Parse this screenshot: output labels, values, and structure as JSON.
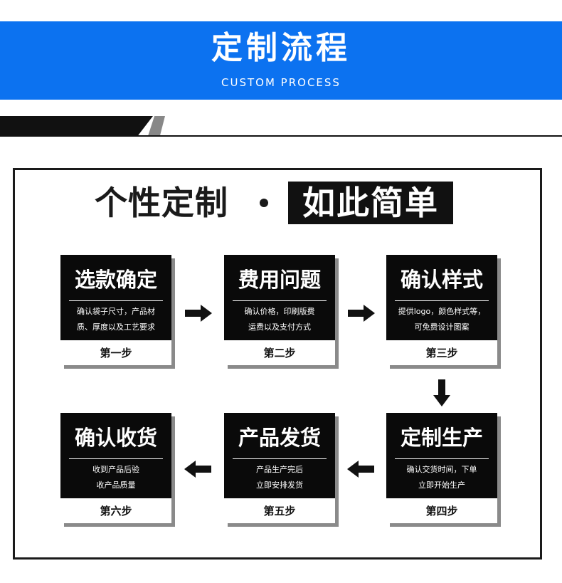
{
  "banner": {
    "title": "定制流程",
    "subtitle": "CUSTOM PROCESS",
    "color": "#0c72f0"
  },
  "section_tab": {
    "label": "定制流程/CUSTOM PROCESS"
  },
  "headline": {
    "left": "个性定制",
    "right": "如此简单"
  },
  "steps": [
    {
      "title": "选款确定",
      "desc": [
        "确认袋子尺寸，产品材",
        "质、厚度以及工艺要求"
      ],
      "step": "第一步"
    },
    {
      "title": "费用问题",
      "desc": [
        "确认价格，印刷版费",
        "运费以及支付方式"
      ],
      "step": "第二步"
    },
    {
      "title": "确认样式",
      "desc": [
        "提供logo，颜色样式等，",
        "可免费设计图案"
      ],
      "step": "第三步"
    },
    {
      "title": "定制生产",
      "desc": [
        "确认交货时间，下单",
        "立即开始生产"
      ],
      "step": "第四步"
    },
    {
      "title": "产品发货",
      "desc": [
        "产品生产完后",
        "立即安排发货"
      ],
      "step": "第五步"
    },
    {
      "title": "确认收货",
      "desc": [
        "收到产品后验",
        "收产品质量"
      ],
      "step": "第六步"
    }
  ],
  "icons": {
    "arrow_right": "arrow-right-icon",
    "arrow_left": "arrow-left-icon",
    "arrow_down": "arrow-down-icon"
  }
}
